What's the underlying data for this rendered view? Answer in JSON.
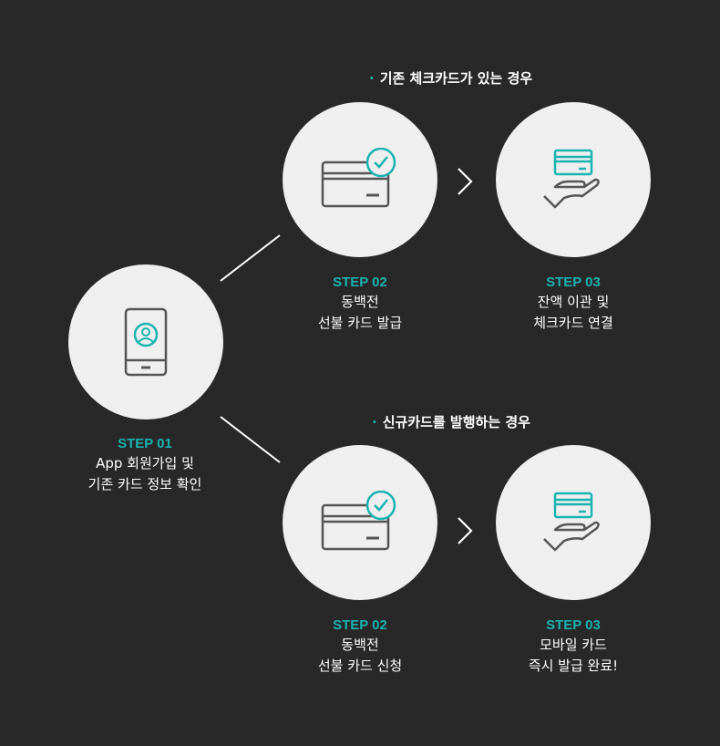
{
  "colors": {
    "background": "#282828",
    "accent": "#19b3b0",
    "circle": "#efeff0",
    "icon_stroke": "#555555"
  },
  "start": {
    "step": "STEP 01",
    "lines": [
      "App 회원가입 및",
      "기존 카드 정보 확인"
    ],
    "icon": "smartphone-user-icon"
  },
  "top_branch": {
    "title": "기존 체크카드가 있는 경우",
    "bullet": "·",
    "step2": {
      "step": "STEP 02",
      "lines": [
        "동백전",
        "선불 카드 발급"
      ],
      "icon": "card-check-icon"
    },
    "step3": {
      "step": "STEP 03",
      "lines": [
        "잔액 이관 및",
        "체크카드 연결"
      ],
      "icon": "hand-card-icon"
    }
  },
  "bottom_branch": {
    "title": "신규카드를 발행하는 경우",
    "bullet": "·",
    "step2": {
      "step": "STEP 02",
      "lines": [
        "동백전",
        "선불 카드 신청"
      ],
      "icon": "card-check-icon"
    },
    "step3": {
      "step": "STEP 03",
      "lines": [
        "모바일 카드",
        "즉시 발급 완료!"
      ],
      "icon": "hand-card-icon"
    }
  }
}
